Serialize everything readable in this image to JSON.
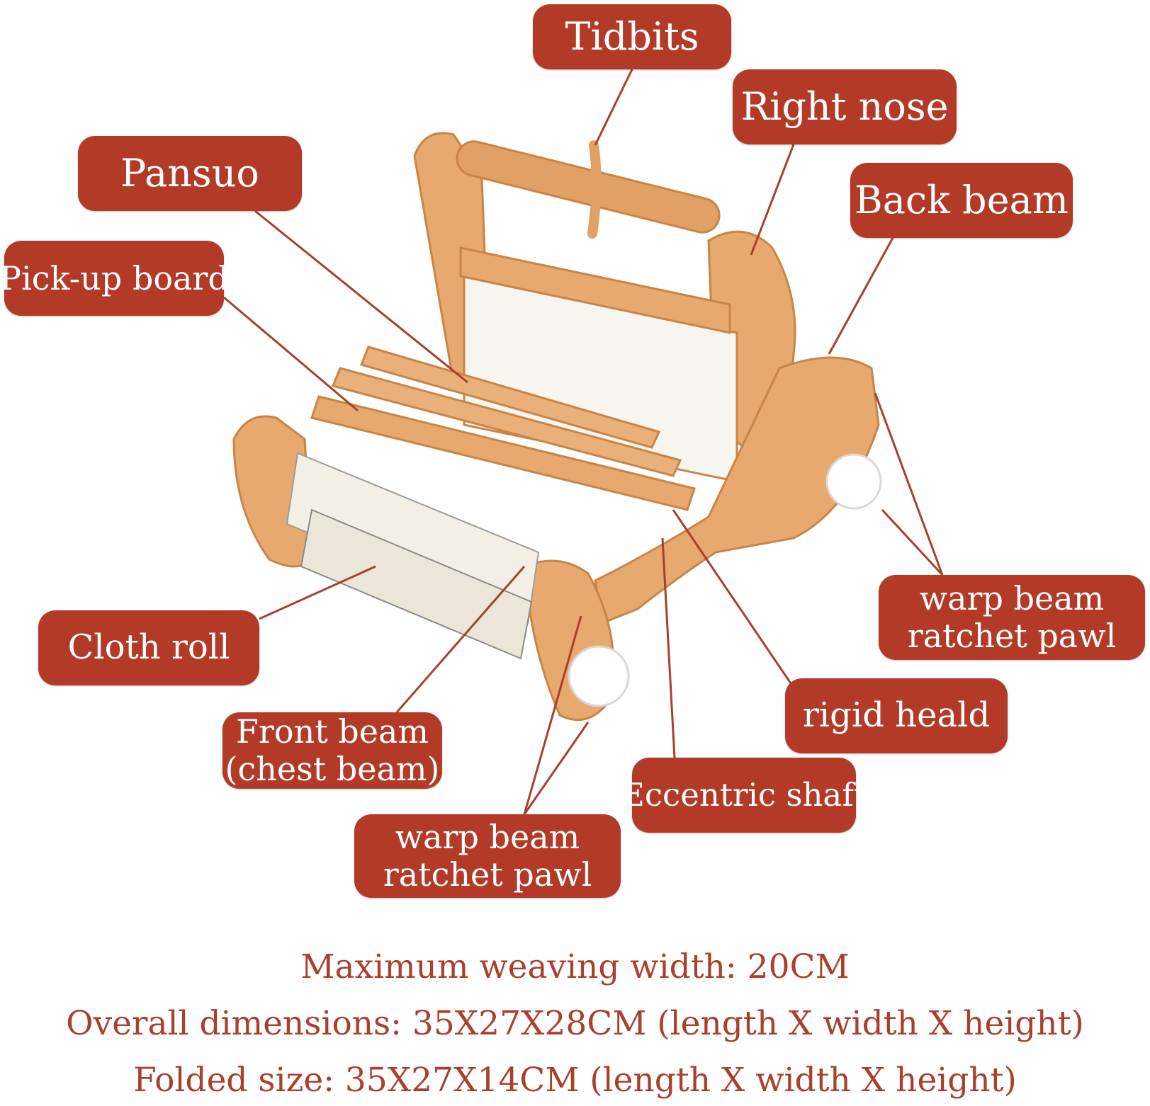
{
  "colors": {
    "label_bg": "#b23a26",
    "label_text": "#ffffff",
    "leader": "#a8402c",
    "spec_text": "#a8402c",
    "wood": "#e7a96d",
    "wood_dark": "#c98446",
    "cloth": "#f4efe4"
  },
  "labels": {
    "tidbits": "Tidbits",
    "right_nose": "Right nose",
    "pansuo": "Pansuo",
    "back_beam": "Back beam",
    "pick_up_board": "Pick-up board",
    "warp_beam_ratchet_pawl_right": [
      "warp beam",
      "ratchet pawl"
    ],
    "cloth_roll": "Cloth roll",
    "rigid_heald": "rigid heald",
    "front_beam": [
      "Front beam",
      "(chest beam)"
    ],
    "eccentric_shaft": "Eccentric shaft",
    "warp_beam_ratchet_pawl_bottom": [
      "warp beam",
      "ratchet pawl"
    ]
  },
  "specs": {
    "max_width": "Maximum weaving width: 20CM",
    "overall": "Overall dimensions: 35X27X28CM (length X width X height)",
    "folded": "Folded size: 35X27X14CM (length X width X height)"
  }
}
